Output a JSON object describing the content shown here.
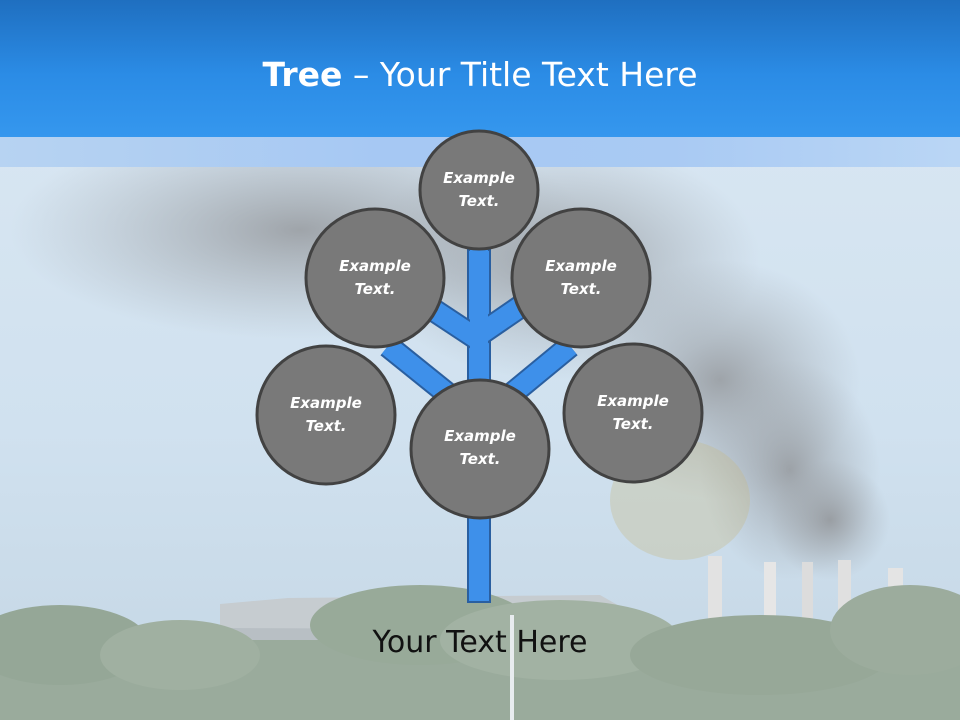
{
  "title": {
    "bold": "Tree",
    "dash": " – ",
    "rest": "Your Title Text Here"
  },
  "nodes": [
    {
      "label": "Example\nText."
    },
    {
      "label": "Example\nText."
    },
    {
      "label": "Example\nText."
    },
    {
      "label": "Example\nText."
    },
    {
      "label": "Example\nText."
    },
    {
      "label": "Example\nText."
    }
  ],
  "caption": "Your Text Here",
  "colors": {
    "header": "#2a88e2",
    "branch": "#3e90ea",
    "node_fill": "#797979",
    "node_stroke": "#424242"
  }
}
